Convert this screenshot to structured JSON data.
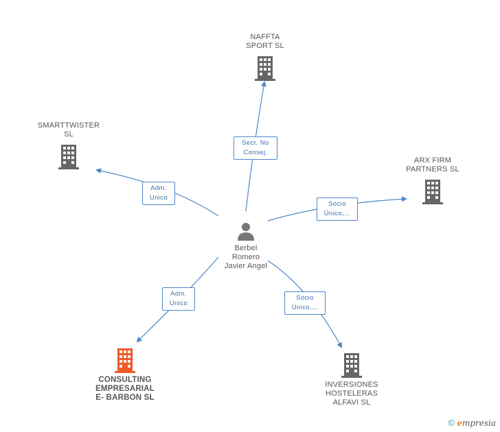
{
  "center": {
    "name": "Berbel\nRomero\nJavier Angel",
    "icon": "person-icon"
  },
  "nodes": [
    {
      "id": "naffta",
      "label": "NAFFTA\nSPORT SL",
      "color": "#666666"
    },
    {
      "id": "smarttwister",
      "label": "SMARTTWISTER\nSL",
      "color": "#666666"
    },
    {
      "id": "arx",
      "label": "ARX FIRM\nPARTNERS  SL",
      "color": "#666666"
    },
    {
      "id": "consulting",
      "label": "CONSULTING\nEMPRESARIAL\nE- BARBON SL",
      "color": "#f05a28"
    },
    {
      "id": "inversiones",
      "label": "INVERSIONES\nHOSTELERAS\nALFAVI SL",
      "color": "#666666"
    }
  ],
  "edges": [
    {
      "to": "naffta",
      "label": "Secr.  No\nConsej."
    },
    {
      "to": "smarttwister",
      "label": "Adm.\nUnico"
    },
    {
      "to": "arx",
      "label": "Socio\nÚnico,..."
    },
    {
      "to": "consulting",
      "label": "Adm.\nUnico"
    },
    {
      "to": "inversiones",
      "label": "Socio\nÚnico,..."
    }
  ],
  "colors": {
    "edge": "#4a86c8",
    "building": "#666666",
    "highlight": "#f05a28"
  },
  "footer": {
    "copyright": "©",
    "brand_first": "e",
    "brand_rest": "mpresia"
  }
}
